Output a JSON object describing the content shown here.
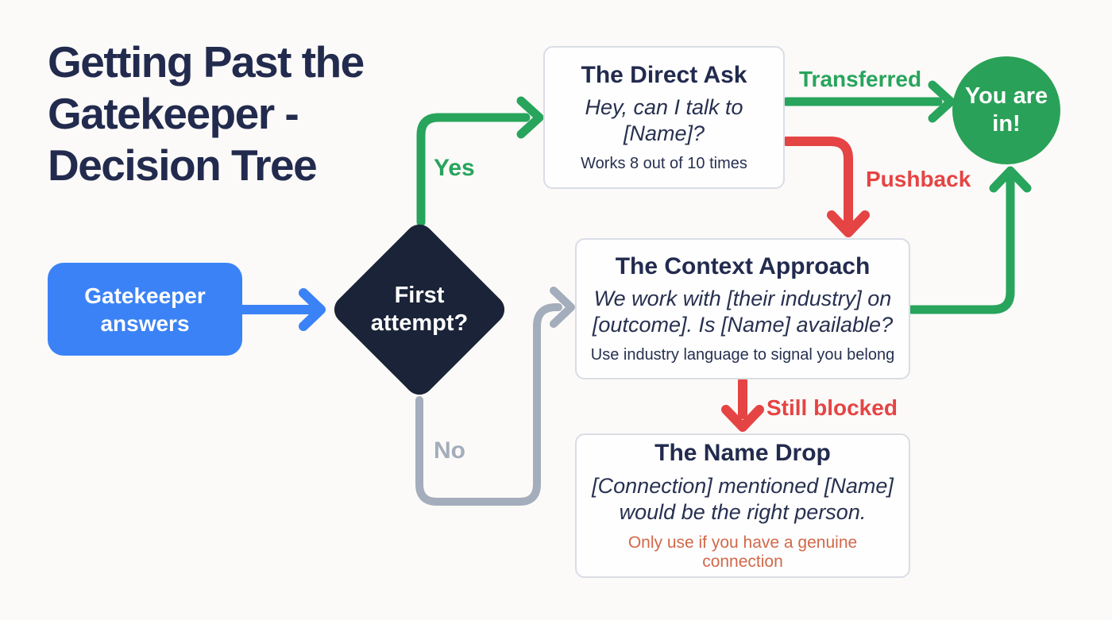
{
  "title": "Getting Past the Gatekeeper - Decision Tree",
  "nodes": {
    "start": {
      "label": "Gatekeeper answers"
    },
    "decision": {
      "label": "First attempt?"
    },
    "direct_ask": {
      "title": "The Direct Ask",
      "script": "Hey, can I talk to [Name]?",
      "note": "Works 8 out of 10 times"
    },
    "context_approach": {
      "title": "The Context Approach",
      "script": "We work with [their industry] on [outcome]. Is [Name] available?",
      "note": "Use industry language to signal you belong"
    },
    "name_drop": {
      "title": "The Name Drop",
      "script": "[Connection] mentioned [Name] would be the right person.",
      "note": "Only use if you have a genuine connection"
    },
    "success": {
      "label": "You are in!"
    }
  },
  "edge_labels": {
    "yes": "Yes",
    "no": "No",
    "transferred": "Transferred",
    "pushback": "Pushback",
    "still_blocked": "Still blocked"
  },
  "colors": {
    "green": "#28a45c",
    "red": "#e54444",
    "blue": "#3b82f6",
    "navy_dark": "#1a2338",
    "navy_text": "#222b4e",
    "gray_line": "#a3adbb",
    "orange_note": "#d2684a",
    "background": "#fbfaf8",
    "card_border": "#d9dde4"
  }
}
